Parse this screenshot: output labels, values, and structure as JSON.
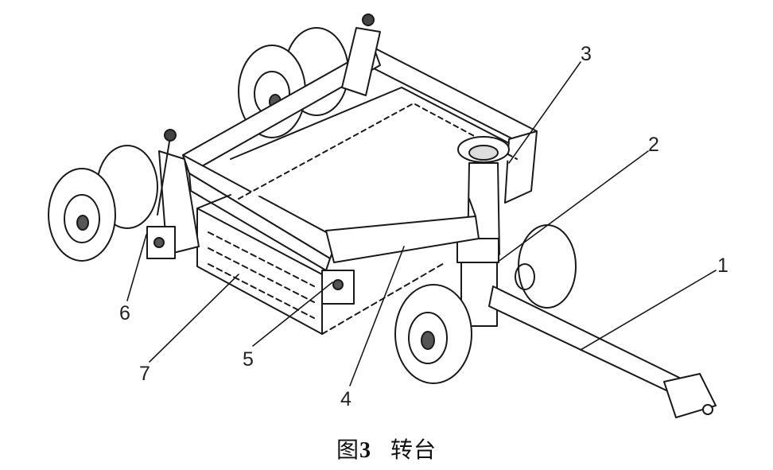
{
  "figure": {
    "caption_label": "图",
    "caption_number": "3",
    "caption_title": "转台"
  },
  "callouts": [
    "1",
    "2",
    "3",
    "4",
    "5",
    "6",
    "7"
  ]
}
